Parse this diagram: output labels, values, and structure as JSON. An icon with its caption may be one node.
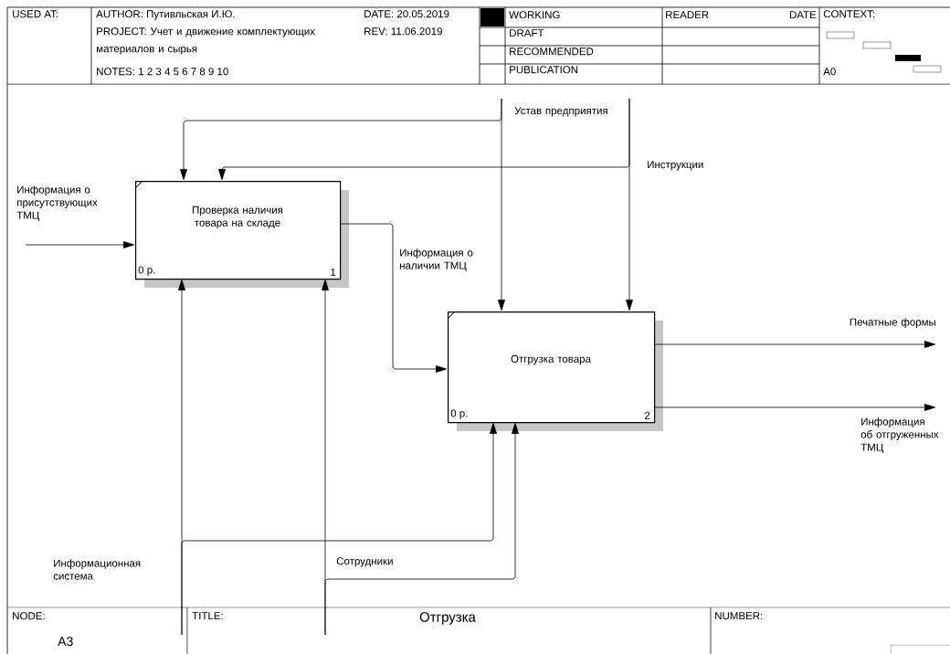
{
  "diagram": {
    "nodes": [
      {
        "text": [
          "Проверка наличия товара на складе",
          "0 р.",
          "1"
        ]
      },
      {
        "text": [
          "Отгрузка товара",
          "0 р.",
          "2"
        ]
      }
    ],
    "edges": [
      {
        "from": null,
        "to": 0,
        "arrow": "to",
        "label": "Информация о присутствующих ТМЦ"
      },
      {
        "from": 0,
        "to": 1,
        "arrow": "to",
        "label": "Информация о наличии ТМЦ"
      },
      {
        "from": null,
        "to": 1,
        "arrow": "to",
        "label": "Устав предприятия"
      },
      {
        "from": null,
        "to": 0,
        "arrow": "to"
      },
      {
        "from": null,
        "to": 1,
        "arrow": "to",
        "label": "Инструкции"
      },
      {
        "from": null,
        "to": 0,
        "arrow": "to"
      },
      {
        "from": null,
        "to": 0,
        "arrow": "to",
        "label": "Информационная система"
      },
      {
        "from": null,
        "to": 1,
        "arrow": "to"
      },
      {
        "from": null,
        "to": 0,
        "arrow": "to",
        "label": "Сотрудники"
      },
      {
        "from": null,
        "to": 1,
        "arrow": "to"
      },
      {
        "from": 1,
        "to": null,
        "arrow": "to",
        "label": "Печатные формы"
      },
      {
        "from": 1,
        "to": null,
        "arrow": "to",
        "label": "Информация об отгруженных ТМЦ"
      }
    ],
    "labels": [
      "USED AT:",
      "AUTHOR: Путивльская И.Ю.",
      "DATE: 20.05.2019",
      "WORKING",
      "READER",
      "DATE",
      "CONTEXT:",
      "PROJECT: Учет и движение комплектующих материалов и сырья",
      "REV: 11.06.2019",
      "DRAFT",
      "RECOMMENDED",
      "NOTES: 1 2 3 4 5 6 7 8 9 10",
      "PUBLICATION",
      "A0",
      "NODE:",
      "TITLE:",
      "Отгрузка",
      "NUMBER:",
      "A3"
    ]
  }
}
